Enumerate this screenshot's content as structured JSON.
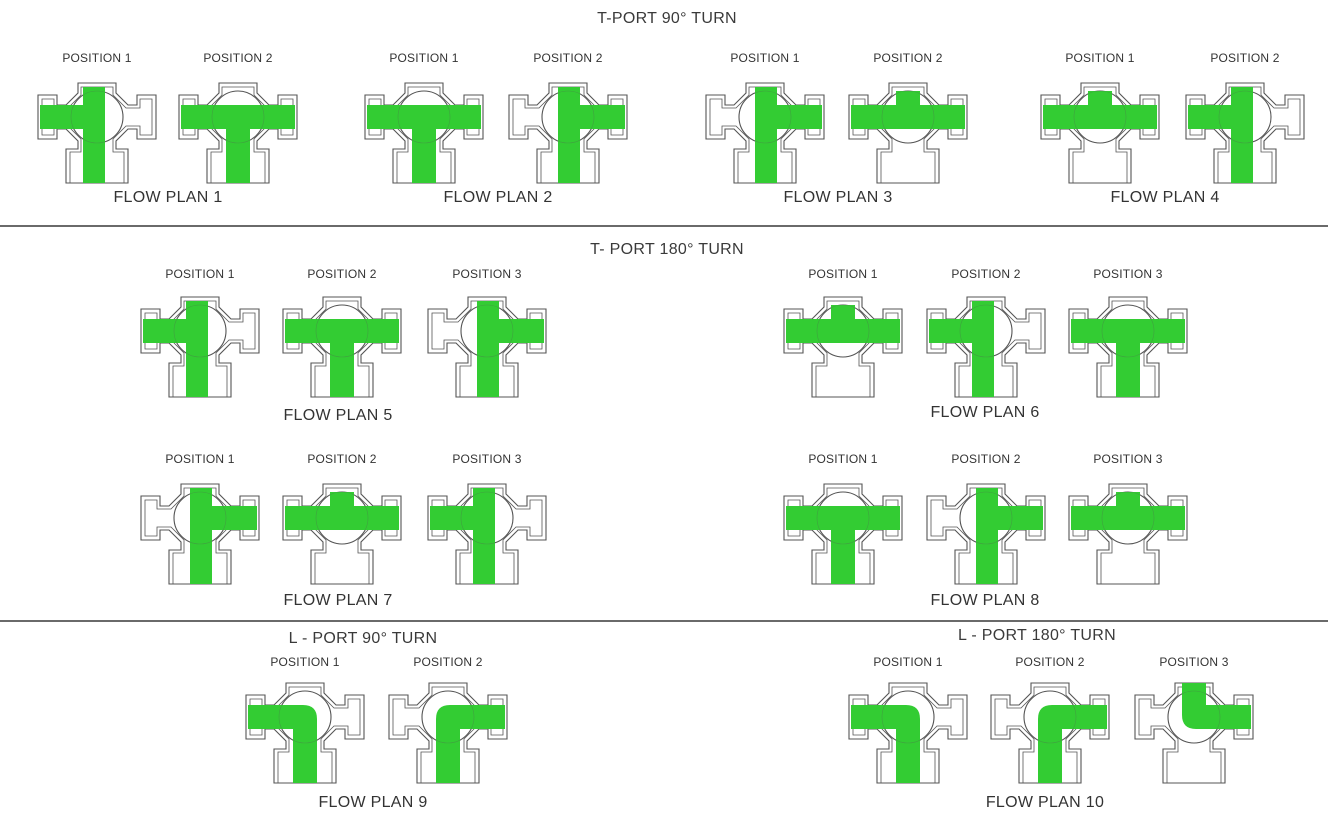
{
  "colors": {
    "flow": "#33cc33",
    "outline": "#555555",
    "divider": "#6a6a6a"
  },
  "sections": {
    "t90": "T-PORT 90°  TURN",
    "t180": "T- PORT 180°  TURN",
    "l90": "L - PORT 90°  TURN",
    "l180": "L - PORT 180°  TURN"
  },
  "plans": [
    {
      "label": "FLOW PLAN 1",
      "positions": [
        {
          "label": "POSITION 1",
          "flow": "t-left-down"
        },
        {
          "label": "POSITION 2",
          "flow": "t-left-right-down"
        }
      ]
    },
    {
      "label": "FLOW PLAN 2",
      "positions": [
        {
          "label": "POSITION 1",
          "flow": "t-left-right-down"
        },
        {
          "label": "POSITION 2",
          "flow": "t-right-down"
        }
      ]
    },
    {
      "label": "FLOW PLAN 3",
      "positions": [
        {
          "label": "POSITION 1",
          "flow": "t-right-down"
        },
        {
          "label": "POSITION 2",
          "flow": "t-left-right-up"
        }
      ]
    },
    {
      "label": "FLOW PLAN 4",
      "positions": [
        {
          "label": "POSITION 1",
          "flow": "t-left-right-up"
        },
        {
          "label": "POSITION 2",
          "flow": "t-left-down"
        }
      ]
    },
    {
      "label": "FLOW PLAN 5",
      "positions": [
        {
          "label": "POSITION 1",
          "flow": "t-left-down"
        },
        {
          "label": "POSITION 2",
          "flow": "t-left-right-down"
        },
        {
          "label": "POSITION 3",
          "flow": "t-right-down"
        }
      ]
    },
    {
      "label": "FLOW PLAN 6",
      "positions": [
        {
          "label": "POSITION 1",
          "flow": "t-left-right-up"
        },
        {
          "label": "POSITION 2",
          "flow": "t-left-down"
        },
        {
          "label": "POSITION 3",
          "flow": "t-left-right-down"
        }
      ]
    },
    {
      "label": "FLOW PLAN 7",
      "positions": [
        {
          "label": "POSITION 1",
          "flow": "t-right-down"
        },
        {
          "label": "POSITION 2",
          "flow": "t-left-right-up"
        },
        {
          "label": "POSITION 3",
          "flow": "t-left-down"
        }
      ]
    },
    {
      "label": "FLOW PLAN 8",
      "positions": [
        {
          "label": "POSITION 1",
          "flow": "t-left-right-down"
        },
        {
          "label": "POSITION 2",
          "flow": "t-right-down"
        },
        {
          "label": "POSITION 3",
          "flow": "t-left-right-up"
        }
      ]
    },
    {
      "label": "FLOW PLAN 9",
      "positions": [
        {
          "label": "POSITION 1",
          "flow": "l-left-down"
        },
        {
          "label": "POSITION 2",
          "flow": "l-right-down"
        }
      ]
    },
    {
      "label": "FLOW PLAN 10",
      "positions": [
        {
          "label": "POSITION 1",
          "flow": "l-left-down"
        },
        {
          "label": "POSITION 2",
          "flow": "l-right-down"
        },
        {
          "label": "POSITION 3",
          "flow": "l-up-right"
        }
      ]
    }
  ]
}
